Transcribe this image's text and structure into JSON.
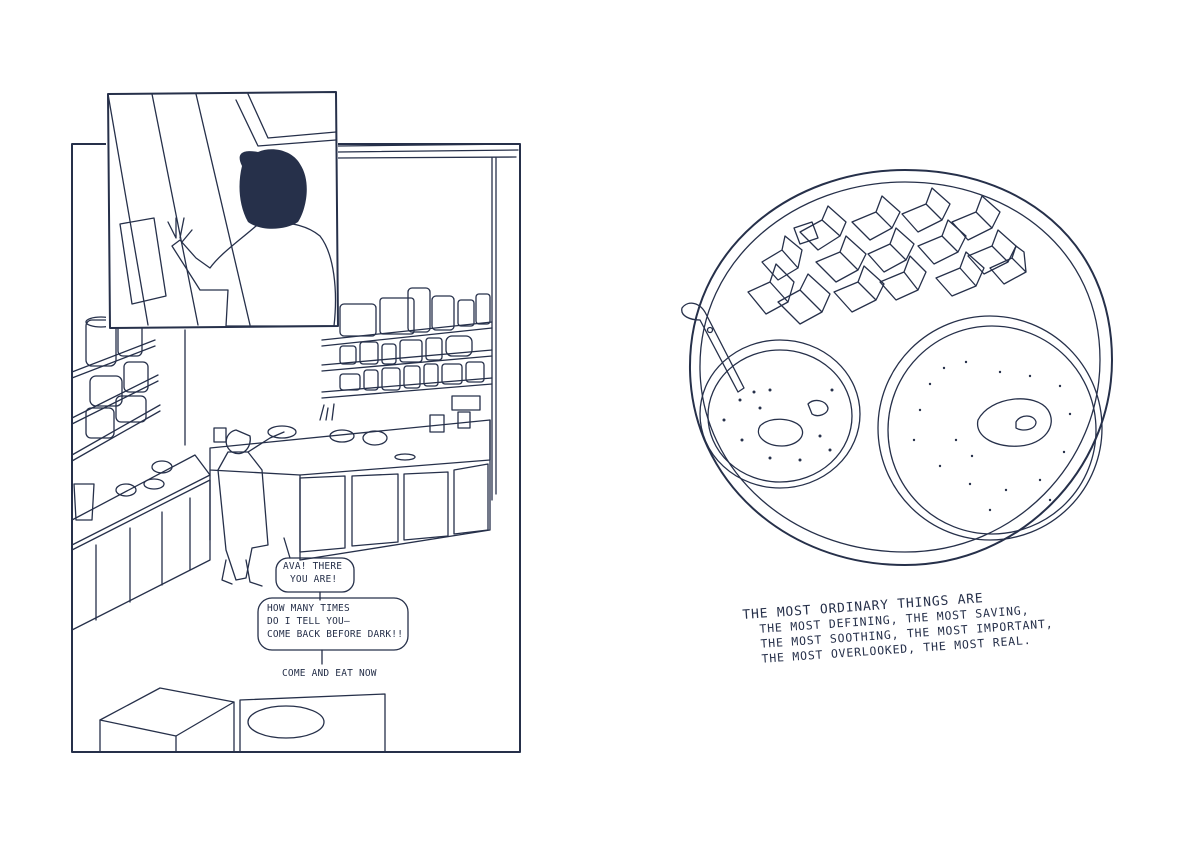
{
  "comic": {
    "speech_bubbles": [
      "AVA! THERE",
      "YOU ARE!",
      "HOW MANY TIMES",
      "DO I TELL YOU—",
      "COME BACK BEFORE DARK!!",
      "COME AND EAT NOW"
    ]
  },
  "caption": {
    "lines": [
      "THE MOST ORDINARY THINGS ARE",
      "THE MOST DEFINING, THE MOST SAVING,",
      "THE MOST SOOTHING, THE MOST IMPORTANT,",
      "THE MOST OVERLOOKED, THE MOST REAL."
    ]
  },
  "colors": {
    "ink": "#26304a",
    "paper": "#ffffff"
  }
}
